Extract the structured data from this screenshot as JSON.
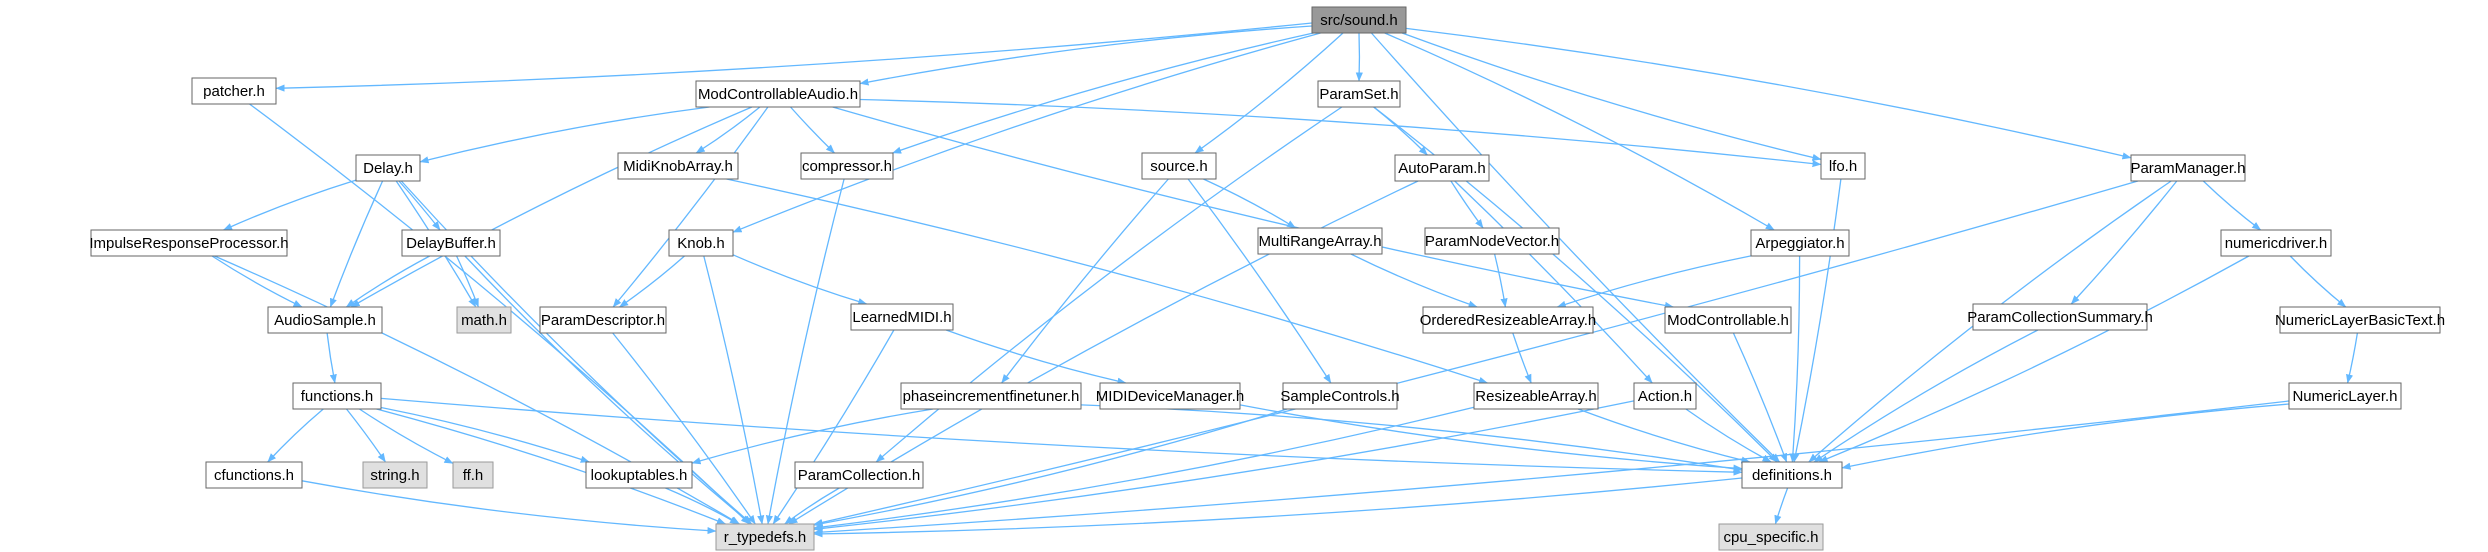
{
  "colors": {
    "edge": "#63B8FF",
    "node_fill": "#ffffff",
    "node_border": "#666666",
    "root_fill": "#999999",
    "root_border": "#666666",
    "system_fill": "#e0e0e0",
    "system_border": "#999999",
    "text": "#000000"
  },
  "nodes": [
    {
      "id": "sound",
      "label": "src/sound.h",
      "kind": "root"
    },
    {
      "id": "patcher",
      "label": "patcher.h",
      "kind": "normal"
    },
    {
      "id": "modctrlaudio",
      "label": "ModControllableAudio.h",
      "kind": "normal"
    },
    {
      "id": "paramset",
      "label": "ParamSet.h",
      "kind": "normal"
    },
    {
      "id": "delay",
      "label": "Delay.h",
      "kind": "normal"
    },
    {
      "id": "midiknobarray",
      "label": "MidiKnobArray.h",
      "kind": "normal"
    },
    {
      "id": "compressor",
      "label": "compressor.h",
      "kind": "normal"
    },
    {
      "id": "source",
      "label": "source.h",
      "kind": "normal"
    },
    {
      "id": "autoparam",
      "label": "AutoParam.h",
      "kind": "normal"
    },
    {
      "id": "lfo",
      "label": "lfo.h",
      "kind": "normal"
    },
    {
      "id": "parammanager",
      "label": "ParamManager.h",
      "kind": "normal"
    },
    {
      "id": "impulse",
      "label": "ImpulseResponseProcessor.h",
      "kind": "normal"
    },
    {
      "id": "delaybuffer",
      "label": "DelayBuffer.h",
      "kind": "normal"
    },
    {
      "id": "knob",
      "label": "Knob.h",
      "kind": "normal"
    },
    {
      "id": "multirange",
      "label": "MultiRangeArray.h",
      "kind": "normal"
    },
    {
      "id": "paramnodevector",
      "label": "ParamNodeVector.h",
      "kind": "normal"
    },
    {
      "id": "arpeggiator",
      "label": "Arpeggiator.h",
      "kind": "normal"
    },
    {
      "id": "numericdriver",
      "label": "numericdriver.h",
      "kind": "normal"
    },
    {
      "id": "audiosample",
      "label": "AudioSample.h",
      "kind": "normal"
    },
    {
      "id": "math",
      "label": "math.h",
      "kind": "system"
    },
    {
      "id": "paramdescriptor",
      "label": "ParamDescriptor.h",
      "kind": "normal"
    },
    {
      "id": "learnedmidi",
      "label": "LearnedMIDI.h",
      "kind": "normal"
    },
    {
      "id": "orderedresizeable",
      "label": "OrderedResizeableArray.h",
      "kind": "normal"
    },
    {
      "id": "modctrl",
      "label": "ModControllable.h",
      "kind": "normal"
    },
    {
      "id": "paramcollsummary",
      "label": "ParamCollectionSummary.h",
      "kind": "normal"
    },
    {
      "id": "numericlayerbasictext",
      "label": "NumericLayerBasicText.h",
      "kind": "normal"
    },
    {
      "id": "functions",
      "label": "functions.h",
      "kind": "normal"
    },
    {
      "id": "phaseinc",
      "label": "phaseincrementfinetuner.h",
      "kind": "normal"
    },
    {
      "id": "mididevmgr",
      "label": "MIDIDeviceManager.h",
      "kind": "normal"
    },
    {
      "id": "samplecontrols",
      "label": "SampleControls.h",
      "kind": "normal"
    },
    {
      "id": "resizeable",
      "label": "ResizeableArray.h",
      "kind": "normal"
    },
    {
      "id": "action",
      "label": "Action.h",
      "kind": "normal"
    },
    {
      "id": "numericlayer",
      "label": "NumericLayer.h",
      "kind": "normal"
    },
    {
      "id": "cfunctions",
      "label": "cfunctions.h",
      "kind": "normal"
    },
    {
      "id": "string",
      "label": "string.h",
      "kind": "system"
    },
    {
      "id": "ff",
      "label": "ff.h",
      "kind": "system"
    },
    {
      "id": "lookuptables",
      "label": "lookuptables.h",
      "kind": "normal"
    },
    {
      "id": "paramcollection",
      "label": "ParamCollection.h",
      "kind": "normal"
    },
    {
      "id": "definitions",
      "label": "definitions.h",
      "kind": "normal"
    },
    {
      "id": "rtypedefs",
      "label": "r_typedefs.h",
      "kind": "system"
    },
    {
      "id": "cpuspecific",
      "label": "cpu_specific.h",
      "kind": "system"
    }
  ],
  "edges": [
    {
      "from": "sound",
      "to": "patcher"
    },
    {
      "from": "sound",
      "to": "modctrlaudio"
    },
    {
      "from": "sound",
      "to": "paramset"
    },
    {
      "from": "sound",
      "to": "compressor"
    },
    {
      "from": "sound",
      "to": "source"
    },
    {
      "from": "sound",
      "to": "lfo"
    },
    {
      "from": "sound",
      "to": "parammanager"
    },
    {
      "from": "sound",
      "to": "knob"
    },
    {
      "from": "sound",
      "to": "arpeggiator"
    },
    {
      "from": "sound",
      "to": "definitions"
    },
    {
      "from": "patcher",
      "to": "rtypedefs"
    },
    {
      "from": "modctrlaudio",
      "to": "delay"
    },
    {
      "from": "modctrlaudio",
      "to": "midiknobarray"
    },
    {
      "from": "modctrlaudio",
      "to": "compressor"
    },
    {
      "from": "modctrlaudio",
      "to": "lfo"
    },
    {
      "from": "modctrlaudio",
      "to": "audiosample"
    },
    {
      "from": "modctrlaudio",
      "to": "paramdescriptor"
    },
    {
      "from": "modctrlaudio",
      "to": "modctrl"
    },
    {
      "from": "paramset",
      "to": "autoparam"
    },
    {
      "from": "paramset",
      "to": "paramcollection"
    },
    {
      "from": "paramset",
      "to": "definitions"
    },
    {
      "from": "delay",
      "to": "impulse"
    },
    {
      "from": "delay",
      "to": "delaybuffer"
    },
    {
      "from": "delay",
      "to": "audiosample"
    },
    {
      "from": "delay",
      "to": "math"
    },
    {
      "from": "delay",
      "to": "rtypedefs"
    },
    {
      "from": "midiknobarray",
      "to": "resizeable"
    },
    {
      "from": "compressor",
      "to": "rtypedefs"
    },
    {
      "from": "source",
      "to": "multirange"
    },
    {
      "from": "source",
      "to": "phaseinc"
    },
    {
      "from": "source",
      "to": "samplecontrols"
    },
    {
      "from": "autoparam",
      "to": "paramnodevector"
    },
    {
      "from": "autoparam",
      "to": "action"
    },
    {
      "from": "autoparam",
      "to": "rtypedefs"
    },
    {
      "from": "lfo",
      "to": "definitions"
    },
    {
      "from": "parammanager",
      "to": "numericdriver"
    },
    {
      "from": "parammanager",
      "to": "paramcollsummary"
    },
    {
      "from": "parammanager",
      "to": "definitions"
    },
    {
      "from": "parammanager",
      "to": "rtypedefs"
    },
    {
      "from": "impulse",
      "to": "audiosample"
    },
    {
      "from": "impulse",
      "to": "rtypedefs"
    },
    {
      "from": "delaybuffer",
      "to": "audiosample"
    },
    {
      "from": "delaybuffer",
      "to": "math"
    },
    {
      "from": "delaybuffer",
      "to": "rtypedefs"
    },
    {
      "from": "knob",
      "to": "paramdescriptor"
    },
    {
      "from": "knob",
      "to": "learnedmidi"
    },
    {
      "from": "knob",
      "to": "rtypedefs"
    },
    {
      "from": "multirange",
      "to": "orderedresizeable"
    },
    {
      "from": "paramnodevector",
      "to": "orderedresizeable"
    },
    {
      "from": "arpeggiator",
      "to": "orderedresizeable"
    },
    {
      "from": "arpeggiator",
      "to": "definitions"
    },
    {
      "from": "numericdriver",
      "to": "numericlayerbasictext"
    },
    {
      "from": "numericdriver",
      "to": "definitions"
    },
    {
      "from": "audiosample",
      "to": "functions"
    },
    {
      "from": "paramdescriptor",
      "to": "rtypedefs"
    },
    {
      "from": "learnedmidi",
      "to": "mididevmgr"
    },
    {
      "from": "learnedmidi",
      "to": "rtypedefs"
    },
    {
      "from": "orderedresizeable",
      "to": "resizeable"
    },
    {
      "from": "modctrl",
      "to": "definitions"
    },
    {
      "from": "paramcollsummary",
      "to": "definitions"
    },
    {
      "from": "numericlayerbasictext",
      "to": "numericlayer"
    },
    {
      "from": "functions",
      "to": "cfunctions"
    },
    {
      "from": "functions",
      "to": "string"
    },
    {
      "from": "functions",
      "to": "ff"
    },
    {
      "from": "functions",
      "to": "lookuptables"
    },
    {
      "from": "functions",
      "to": "definitions"
    },
    {
      "from": "functions",
      "to": "rtypedefs"
    },
    {
      "from": "phaseinc",
      "to": "lookuptables"
    },
    {
      "from": "phaseinc",
      "to": "definitions"
    },
    {
      "from": "mididevmgr",
      "to": "definitions"
    },
    {
      "from": "samplecontrols",
      "to": "rtypedefs"
    },
    {
      "from": "resizeable",
      "to": "definitions"
    },
    {
      "from": "resizeable",
      "to": "rtypedefs"
    },
    {
      "from": "action",
      "to": "definitions"
    },
    {
      "from": "action",
      "to": "rtypedefs"
    },
    {
      "from": "numericlayer",
      "to": "definitions"
    },
    {
      "from": "numericlayer",
      "to": "rtypedefs"
    },
    {
      "from": "cfunctions",
      "to": "rtypedefs"
    },
    {
      "from": "lookuptables",
      "to": "rtypedefs"
    },
    {
      "from": "paramcollection",
      "to": "rtypedefs"
    },
    {
      "from": "definitions",
      "to": "rtypedefs"
    },
    {
      "from": "definitions",
      "to": "cpuspecific"
    }
  ]
}
